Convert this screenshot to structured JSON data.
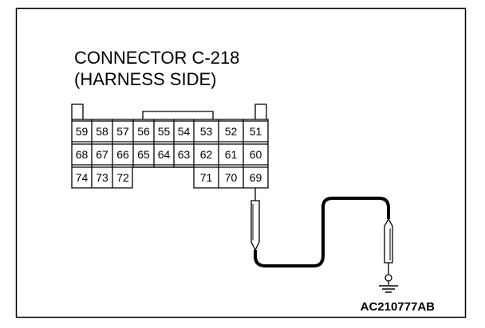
{
  "diagram": {
    "title_line1": "CONNECTOR C-218",
    "title_line2": "(HARNESS SIDE)",
    "reference_code": "AC210777AB",
    "connector": {
      "row1": [
        "59",
        "58",
        "57",
        "56",
        "55",
        "54",
        "53",
        "52",
        "51"
      ],
      "row2": [
        "68",
        "67",
        "66",
        "65",
        "64",
        "63",
        "62",
        "61",
        "60"
      ],
      "row3_left": [
        "74",
        "73",
        "72"
      ],
      "row3_right": [
        "71",
        "70",
        "69"
      ]
    },
    "probe_pin": "69",
    "probe_target": "ground"
  }
}
